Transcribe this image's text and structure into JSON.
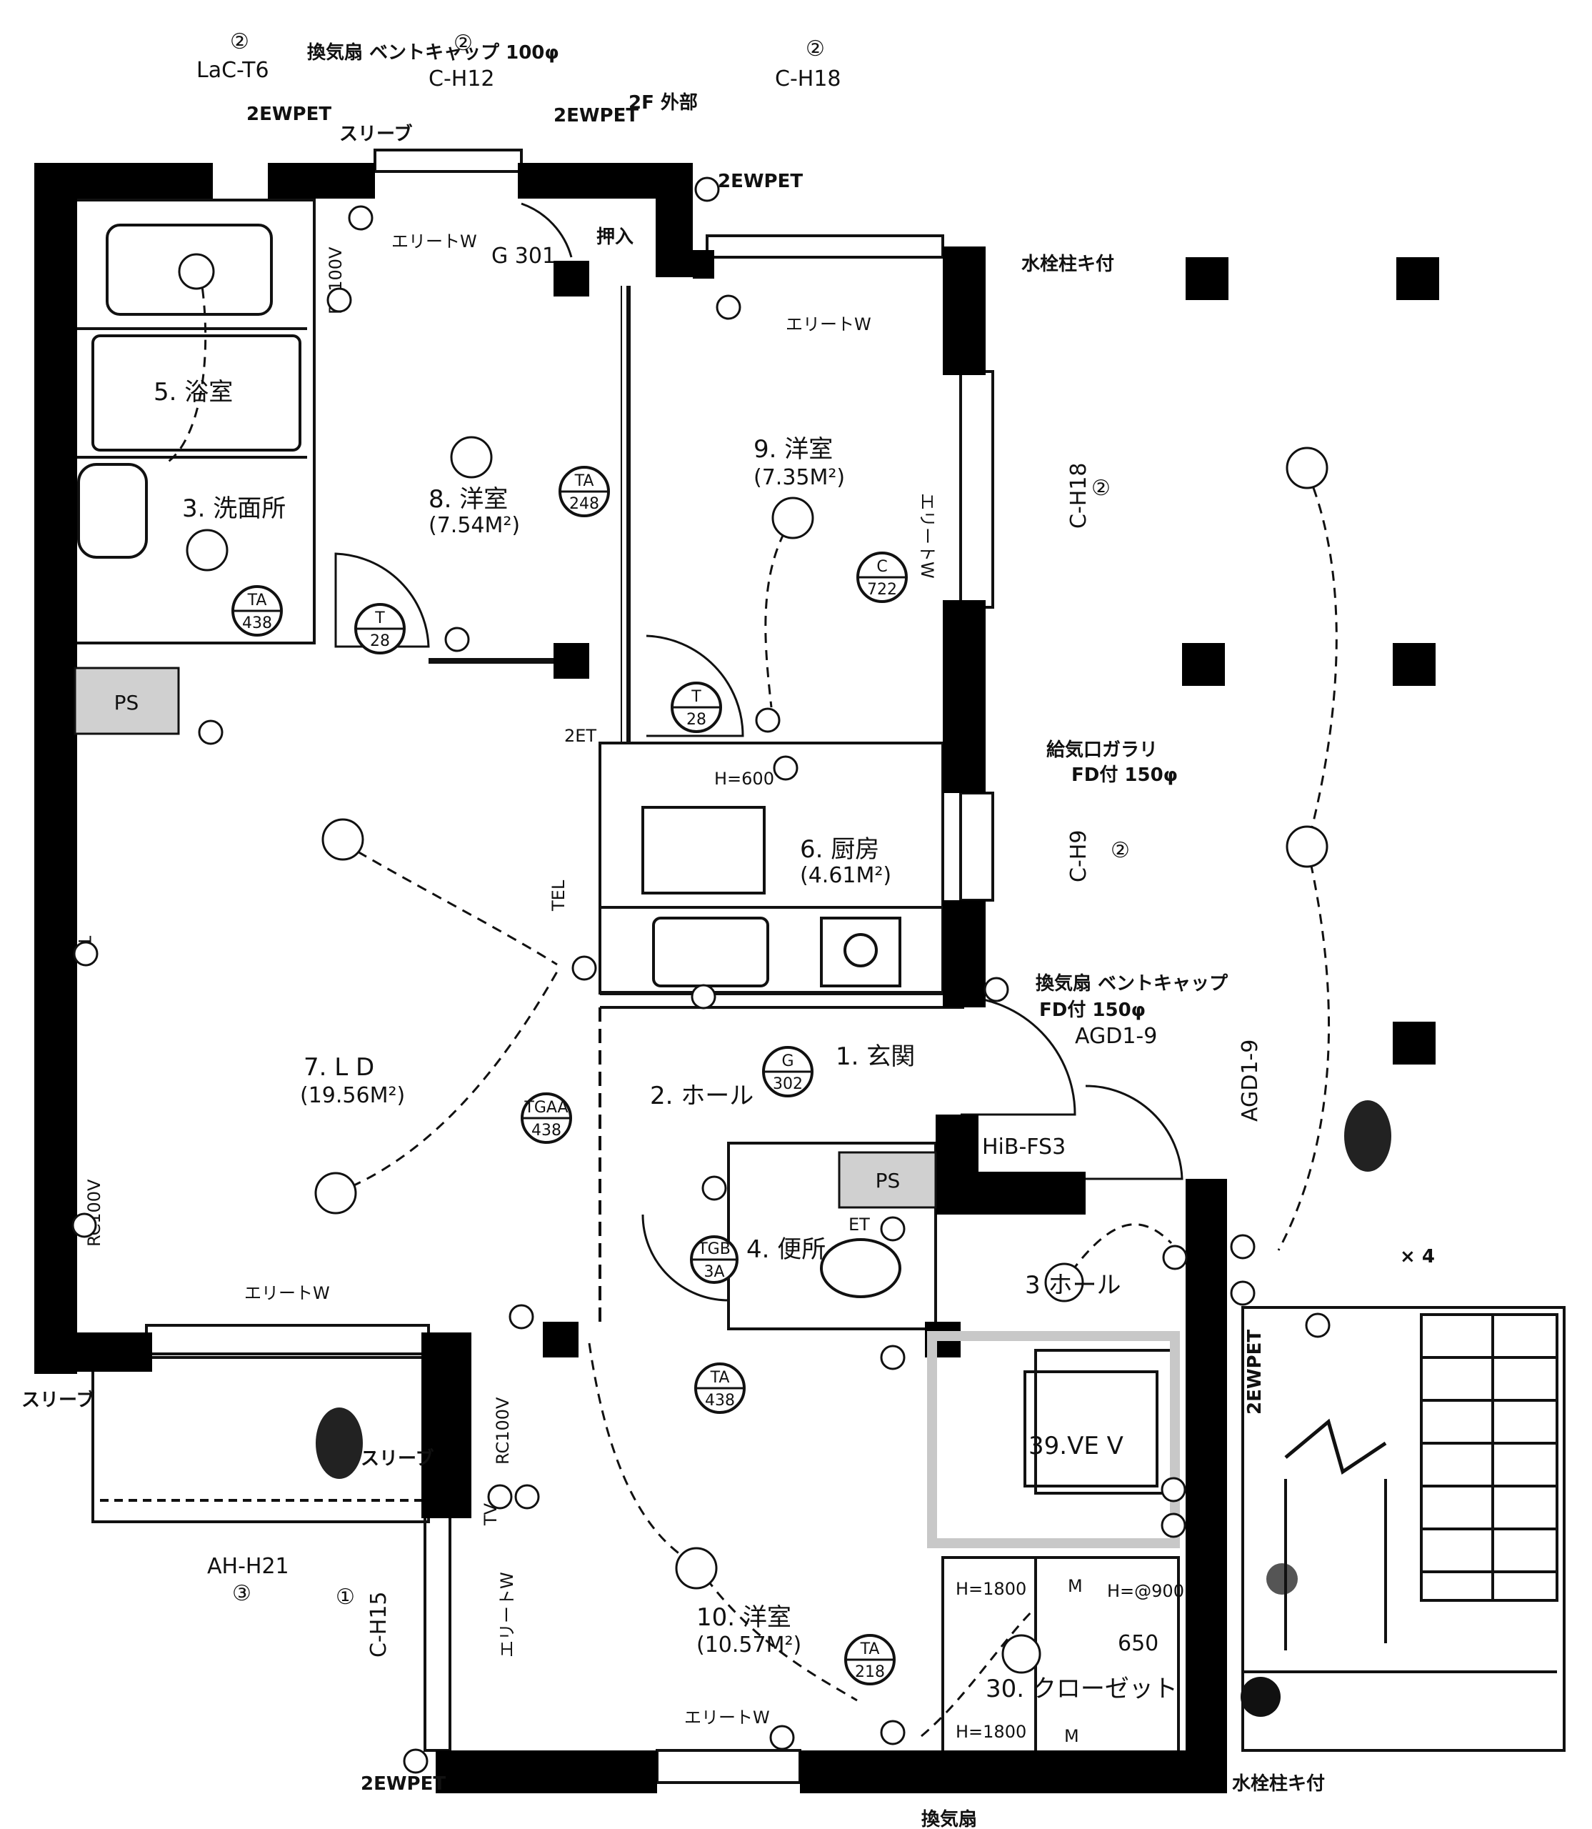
{
  "rooms": {
    "entrance": "1. 玄関",
    "hall": "2. ホール",
    "washroom": "3. 洗面所",
    "toilet": "4. 便所",
    "bath": "5. 浴室",
    "kitchen": "6. 厨房",
    "kitchen_area": "(4.61M²)",
    "ld": "7. L D",
    "ld_area": "(19.56M²)",
    "west_room_8": "8. 洋室",
    "west_room_8_area": "(7.54M²)",
    "west_room_9": "9. 洋室",
    "west_room_9_area": "(7.35M²)",
    "west_room_10": "10. 洋室",
    "west_room_10_area": "(10.57M²)",
    "closet": "30. クローゼット",
    "hall3": "3 ホール",
    "ps1": "PS",
    "ps2": "PS"
  },
  "equipment": {
    "hib": "HiB-FS3",
    "weve": "39.VE V"
  },
  "symbols": {
    "ta_248": [
      "TA",
      "248"
    ],
    "ta_438_wash": [
      "TA",
      "438"
    ],
    "t_28_a": [
      "T",
      "28"
    ],
    "t_28_b": [
      "T",
      "28"
    ],
    "c_722": [
      "C",
      "722"
    ],
    "g_302": [
      "G",
      "302"
    ],
    "tgaa_438": [
      "TGAA",
      "438"
    ],
    "tgb_3a": [
      "TGB",
      "3A"
    ],
    "ta_438_b": [
      "TA",
      "438"
    ],
    "ta_218": [
      "TA",
      "218"
    ]
  },
  "codes": {
    "c1": "LaC-T6",
    "c2": "C-H12",
    "c3": "C-H18",
    "c4": "C-H18",
    "c5": "C-H9",
    "c6": "AGD1-9",
    "c7": "AGD1-9",
    "c8": "AH-H21",
    "c9": "C-H15",
    "circ2": "②",
    "circ3": "③",
    "circ1": "①"
  },
  "notes": {
    "n_2ewpet_1": "2EWPET",
    "n_2ewpet_2": "2EWPET",
    "n_2ewpet_3": "2EWPET",
    "n_2ewpet_4": "2EWPET",
    "n_2ewpet_5": "2EWPET",
    "n_vent100": "換気扇 ベントキャップ 100φ",
    "n_sleeve1": "スリーブ",
    "n_2f_out": "2F 外部",
    "n_eliteW_1": "エリートW",
    "n_eliteW_2": "エリートW",
    "n_eliteW_3": "エリートW",
    "n_eliteW_4": "エリートW",
    "n_eliteW_5": "エリートW",
    "n_eliteW_6": "エリートW",
    "n_oshiire": "押入",
    "n_g301": "G 301",
    "n_water_tap_1": "水栓柱キ付",
    "n_water_tap_2": "水栓柱キ付",
    "n_rc100v_1": "RC100V",
    "n_rc100v_2": "RC100V",
    "n_rc100v_3": "RC100V",
    "n_supply_vent": "給気口ガラリ",
    "n_fd150_1": "FD付 150φ",
    "n_exhaust_vent": "換気扇 ベントキャップ",
    "n_fd150_2": "FD付 150φ",
    "n_tv1": "TV",
    "n_tv2": "TV",
    "n_tel": "TEL",
    "n_2et": "2ET",
    "n_et": "ET",
    "n_h600": "H=600",
    "n_h1800a": "H=1800",
    "n_h1800b": "H=1800",
    "n_h900": "H=@900",
    "n_650": "650",
    "n_m1": "M",
    "n_m2": "M",
    "n_sleeve2": "スリーブ",
    "n_sleeve3": "スリーブ",
    "n_x4": "× 4",
    "n_kansen": "換気扇"
  }
}
